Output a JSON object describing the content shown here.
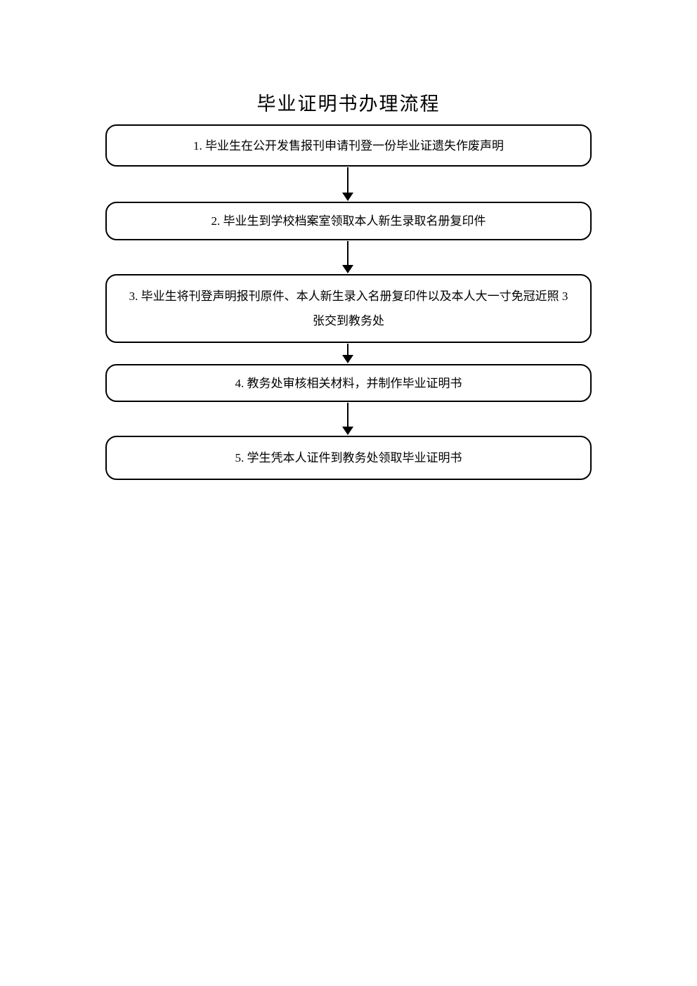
{
  "page": {
    "background_color": "#ffffff",
    "text_color": "#000000",
    "border_color": "#000000"
  },
  "title": "毕业证明书办理流程",
  "flowchart": {
    "connector_icon": "arrow-down",
    "steps": [
      {
        "number": "1",
        "lines": [
          "1. 毕业生在公开发售报刊申请刊登一份毕业证遗失作废声明"
        ]
      },
      {
        "number": "2",
        "lines": [
          "2. 毕业生到学校档案室领取本人新生录取名册复印件"
        ]
      },
      {
        "number": "3",
        "lines": [
          "3. 毕业生将刊登声明报刊原件、本人新生录入名册复印件以及本人大一寸免冠近照 3",
          "张交到教务处"
        ]
      },
      {
        "number": "4",
        "lines": [
          "4. 教务处审核相关材料，并制作毕业证明书"
        ]
      },
      {
        "number": "5",
        "lines": [
          "5. 学生凭本人证件到教务处领取毕业证明书"
        ]
      }
    ]
  }
}
